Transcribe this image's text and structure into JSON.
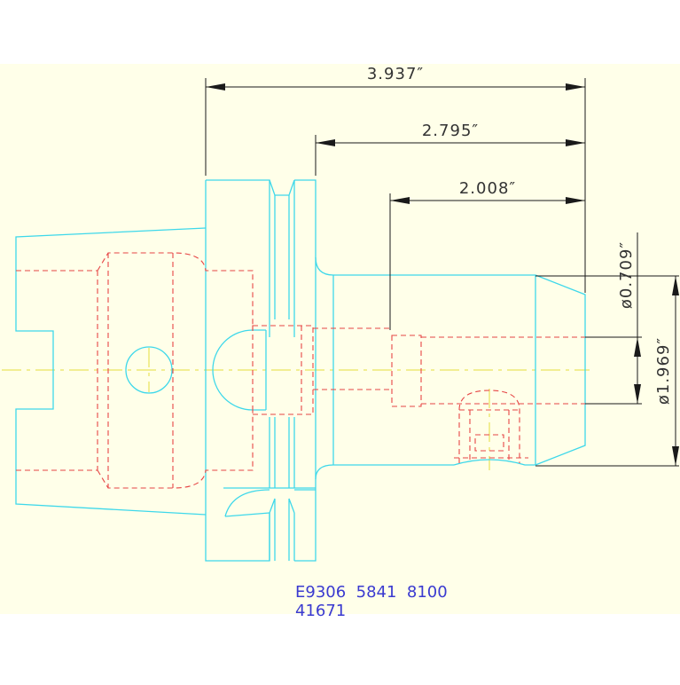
{
  "colors": {
    "background": "#ffffff",
    "drawing_area": "#ffffe9",
    "outline": "#3ed8ea",
    "hidden_lines": "#e64545",
    "center_line": "#e6dc3a",
    "dimension": "#1a1a1a",
    "part_number_text": "#3a3ad0"
  },
  "dimensions": {
    "overall_length": "3.937″",
    "flange_to_tip": "2.795″",
    "bore_depth": "2.008″",
    "bore_diameter": "ø0.709″",
    "body_diameter": "ø1.969″"
  },
  "part_info": {
    "line1": "E9306  5841  8100",
    "line2": "41671"
  }
}
